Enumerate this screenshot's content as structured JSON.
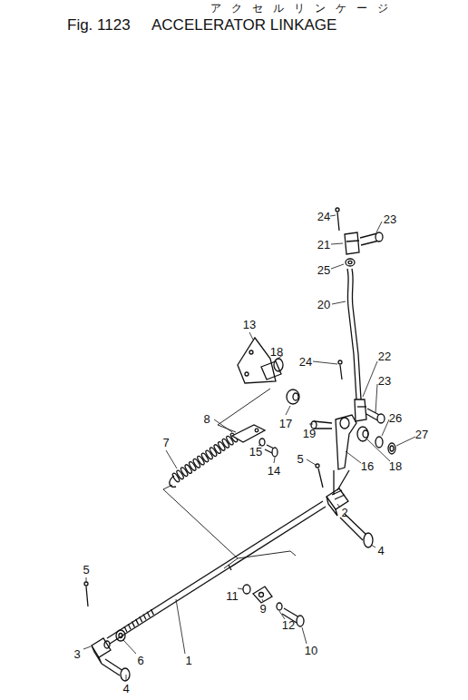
{
  "diagram": {
    "title": "ACCELERATOR LINKAGE",
    "labels": [
      "アクセルリンケージ",
      "Fig. 1123",
      "24",
      "23",
      "21",
      "25",
      "20",
      "13",
      "18",
      "22",
      "24",
      "23",
      "8",
      "17",
      "19",
      "26",
      "7",
      "15",
      "27",
      "14",
      "5",
      "16",
      "18",
      "2",
      "4",
      "11",
      "9",
      "5",
      "12",
      "10",
      "3",
      "6",
      "1",
      "4"
    ]
  }
}
